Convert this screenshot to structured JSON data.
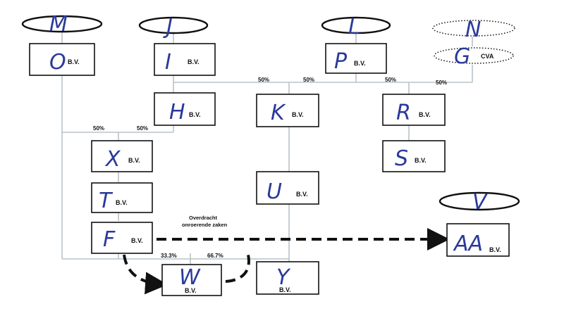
{
  "entities": {
    "M": {
      "letter": "M"
    },
    "J": {
      "letter": "J"
    },
    "L": {
      "letter": "L"
    },
    "N": {
      "letter": "N"
    },
    "V": {
      "letter": "V"
    },
    "O": {
      "letter": "O",
      "suffix": "B.V."
    },
    "I": {
      "letter": "I",
      "suffix": "B.V."
    },
    "P": {
      "letter": "P",
      "suffix": "B.V."
    },
    "G": {
      "letter": "G",
      "suffix": "CVA"
    },
    "H": {
      "letter": "H",
      "suffix": "B.V."
    },
    "K": {
      "letter": "K",
      "suffix": "B.V."
    },
    "R": {
      "letter": "R",
      "suffix": "B.V."
    },
    "S": {
      "letter": "S",
      "suffix": "B.V."
    },
    "X": {
      "letter": "X",
      "suffix": "B.V."
    },
    "T": {
      "letter": "T",
      "suffix": "B.V."
    },
    "U": {
      "letter": "U",
      "suffix": "B.V."
    },
    "F": {
      "letter": "F",
      "suffix": "B.V."
    },
    "W": {
      "letter": "W",
      "suffix": "B.V."
    },
    "Y": {
      "letter": "Y",
      "suffix": "B.V."
    },
    "AA": {
      "letter": "AA",
      "suffix": "B.V."
    }
  },
  "percentages": {
    "I_to_K": "50%",
    "P_to_K": "50%",
    "P_to_R": "50%",
    "G_to_R": "50%",
    "O_to_X": "50%",
    "H_to_X": "50%",
    "F_to_W": "33.3%",
    "Y_to_W": "66.7%"
  },
  "transfer_note": {
    "line1": "Overdracht",
    "line2": "onroerende zaken"
  },
  "colors": {
    "handwriting": "#2a3a9a",
    "line": "#b9c3ca",
    "box_border": "#111111"
  }
}
